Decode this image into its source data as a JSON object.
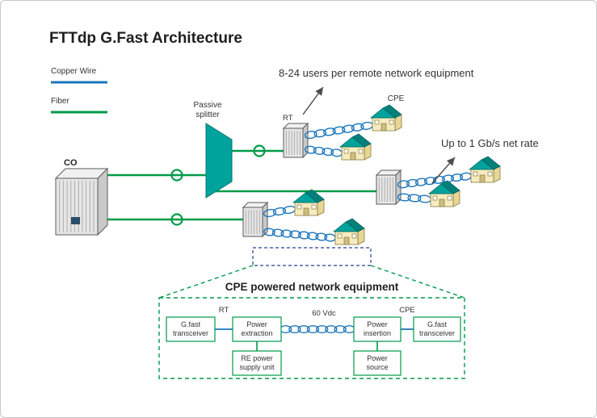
{
  "title": "FTTdp G.Fast Architecture",
  "legend": {
    "copper_label": "Copper Wire",
    "fiber_label": "Fiber"
  },
  "labels": {
    "co": "CO",
    "passive_splitter_line1": "Passive",
    "passive_splitter_line2": "splitter",
    "rt": "RT",
    "cpe": "CPE",
    "users_note": "8-24 users per remote network equipment",
    "rate_note": "Up to 1 Gb/s net rate"
  },
  "callout": {
    "title": "CPE powered network equipment",
    "rt_label": "RT",
    "cpe_label": "CPE",
    "vdc_label": "60 Vdc",
    "boxes": {
      "gfast_left": {
        "line1": "G.fast",
        "line2": "transceiver"
      },
      "power_extraction": {
        "line1": "Power",
        "line2": "extraction"
      },
      "power_insertion": {
        "line1": "Power",
        "line2": "insertion"
      },
      "gfast_right": {
        "line1": "G.fast",
        "line2": "transceiver"
      },
      "re_power_supply": {
        "line1": "RE power",
        "line2": "supply unit"
      },
      "power_source": {
        "line1": "Power",
        "line2": "source"
      }
    }
  },
  "colors": {
    "fiber_green": "#009b48",
    "copper_blue": "#1b75bb",
    "teal": "#00a39b",
    "navy_dashed": "#23408e"
  }
}
